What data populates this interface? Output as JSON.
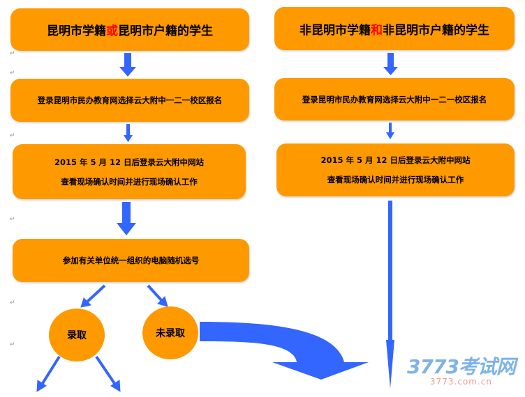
{
  "left": {
    "box1": {
      "part1": "昆明市学籍",
      "highlight": "或",
      "part2": "昆明市户籍的学生"
    },
    "box2": "登录昆明市民办教育网选择云大附中一二一校区报名",
    "box3": {
      "line1": "2015 年 5 月 12 日后登录云大附中网站",
      "line2": "查看现场确认时间并进行现场确认工作"
    },
    "box4": "参加有关单位统一组织的电脑随机选号",
    "admitted": "录取",
    "not_admitted": "未录取"
  },
  "right": {
    "box1": {
      "part1": "非昆明市学籍",
      "highlight": "和",
      "part2": "非昆明市户籍的学生"
    },
    "box2": "登录昆明市民办教育网选择云大附中一二一校区报名",
    "box3": {
      "line1": "2015 年 5 月 12 日后登录云大附中网站",
      "line2": "查看现场确认时间并进行现场确认工作"
    }
  },
  "paragraph_mark": "↵",
  "watermark": {
    "logo": "3773考试网",
    "url": "3773.com.cn"
  },
  "colors": {
    "box": "#ff9900",
    "arrow": "#3366ff",
    "highlight": "#ff0000"
  }
}
